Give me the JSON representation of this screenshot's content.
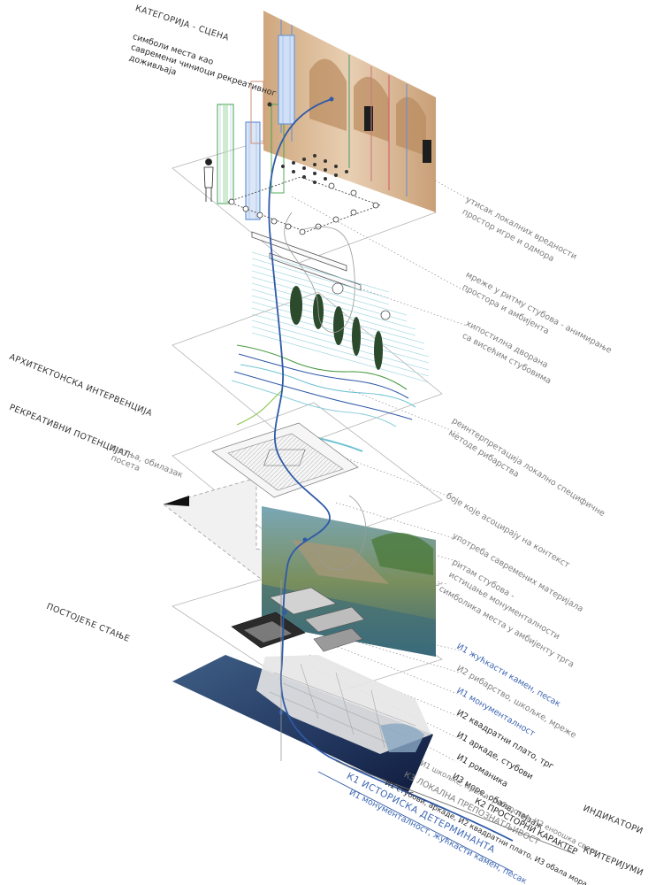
{
  "sections": {
    "scene_title": "КАТЕГОРИЈА - СЦЕНА",
    "scene_subtitle": [
      "симболи места као",
      "савремени чиниоци рекреативног",
      "доживљаја"
    ],
    "arch_intervention": "АРХИТЕКТОНСКА ИНТЕРВЕНЦИЈА",
    "rec_potential": "РЕКРЕАТИВНИ ПОТЕНЦИЈАЛ",
    "rec_potential_sub": [
      "шетња, обилазак",
      "посета"
    ],
    "existing_state": "ПОСТОЈЕЋЕ СТАЊЕ",
    "indicators": "ИНДИКАТОРИ",
    "criteria": "КРИТЕРИЈУМИ"
  },
  "scene_notes": [
    [
      "утисак локалних вредности",
      "простор игре и одмора"
    ],
    [
      "мреже у ритму стубова - анимирање",
      "простора и амбијента"
    ],
    [
      "хипостилна дворана",
      "са висећим стубовима"
    ],
    [
      "реинтерпретација локално специфичне",
      "методе рибарства"
    ],
    [
      "боје које асоцирају на контекст"
    ],
    [
      "употреба савремених материјала"
    ],
    [
      "ритам стубова -",
      "истицање монументалности"
    ],
    [
      "симболика места у амбијенту трга"
    ]
  ],
  "indicator_items": [
    {
      "text": "И1 жућкасти камен, песак",
      "tone": "blue"
    },
    {
      "text": "И2 рибарство, шкољке, мреже",
      "tone": "dark"
    },
    {
      "text": "И1 монументалност",
      "tone": "blue"
    },
    {
      "text": "И2  квадратни плато, трг",
      "tone": "dark"
    },
    {
      "text": "И1  аркаде, стубови",
      "tone": "dark"
    },
    {
      "text": "И1  романика",
      "tone": "dark"
    },
    {
      "text": "И3  море, обала, пејзаж",
      "tone": "dark"
    },
    {
      "text": "И1 шкољке, мрежа, рибарство, И2 еноошка свест",
      "tone": "grey"
    },
    {
      "text": "К3  ЛОКАЛНА ПРЕПОЗНАТЉИВОСТ",
      "tone": "grey"
    },
    {
      "text": "И1 стубови, аркаде, И2 квадратни плато, И3 обала мора",
      "tone": "dark"
    },
    {
      "text": "К2  ПРОСТОРНИ КАРАКТЕР",
      "tone": "dark"
    },
    {
      "text": "К1  ИСТОРИСКА ДЕТЕРМИНАНТА",
      "tone": "blue"
    },
    {
      "text": "И1 монументалност, жућкасти камен, песак",
      "tone": "blue"
    }
  ],
  "colors": {
    "accent_blue": "#2f5aa8",
    "column_green": "#4caf50",
    "column_blue": "#5b8fd6",
    "net_teal": "#6fc3d3",
    "line_grey": "#9a9a9a"
  }
}
